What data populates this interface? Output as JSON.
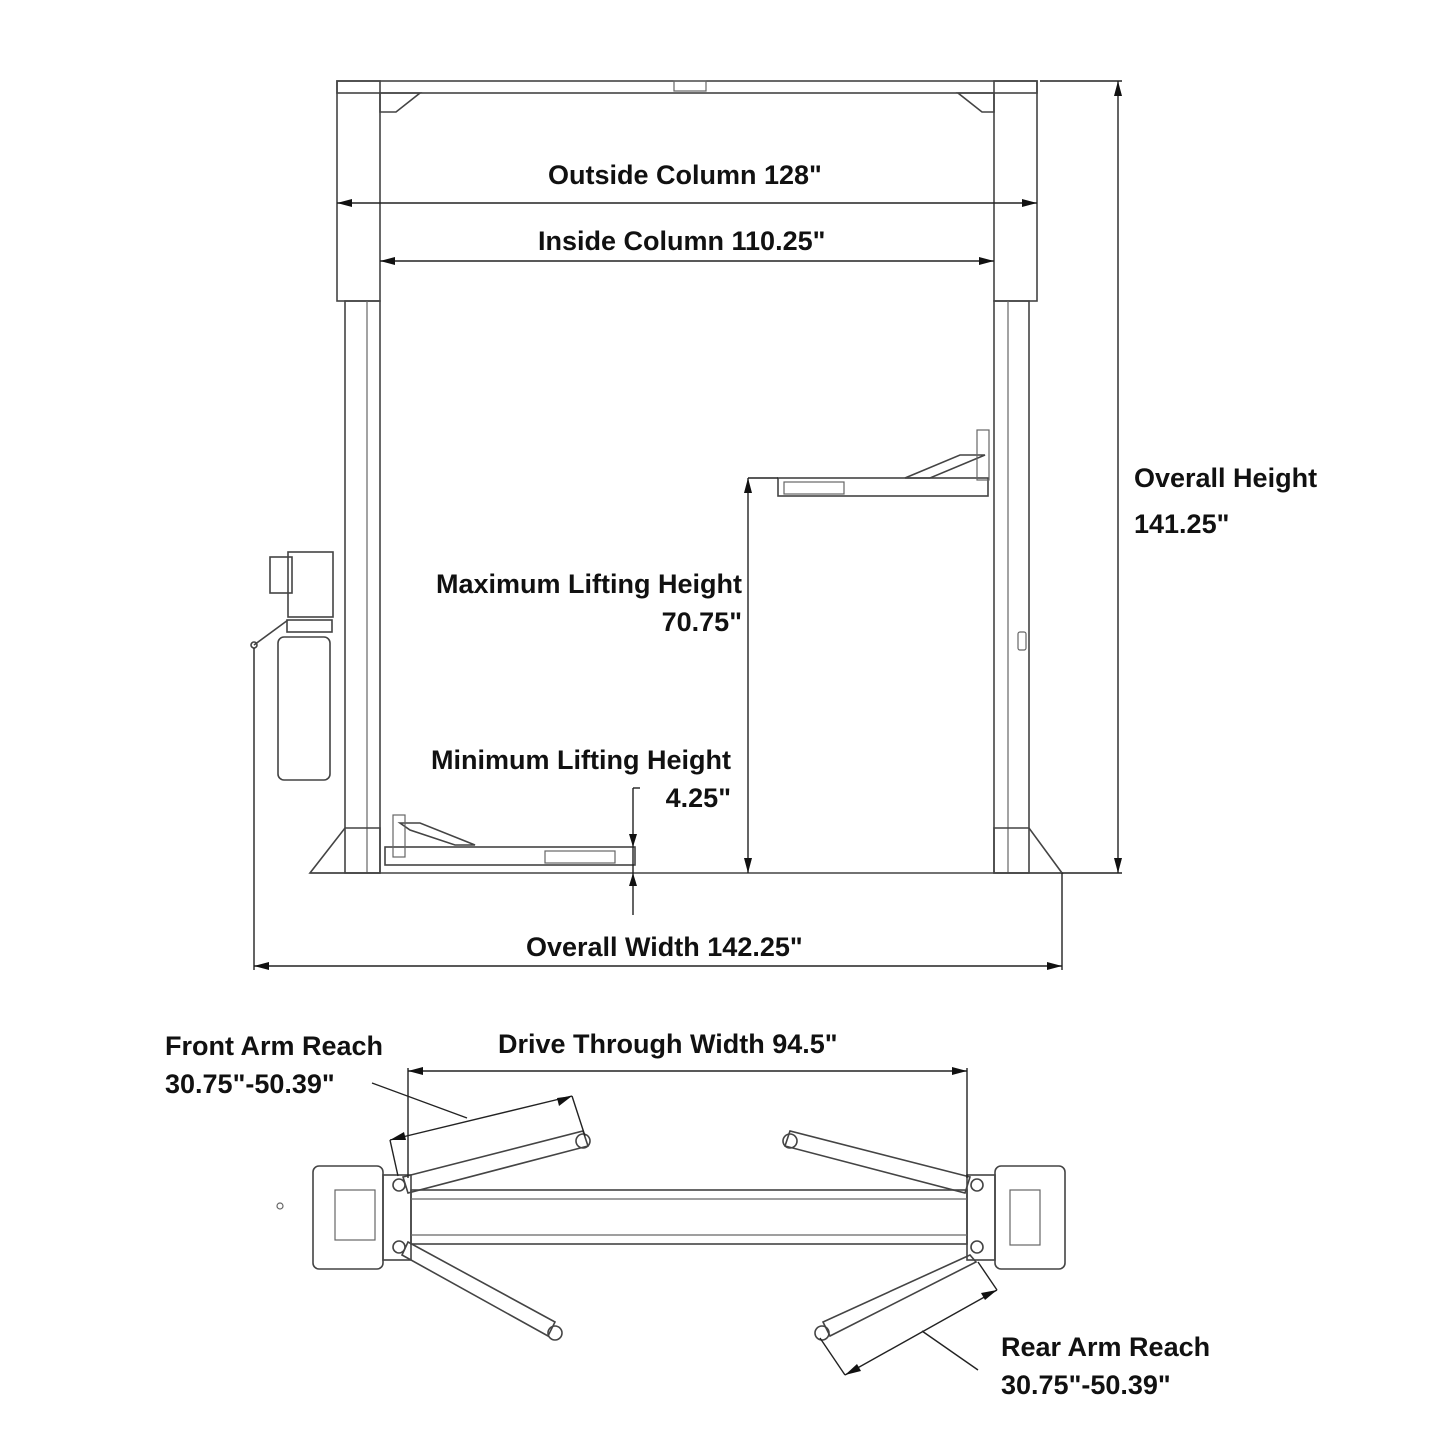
{
  "diagram": {
    "type": "two-post lift dimension drawing",
    "front_view": {
      "labels": {
        "outside_column": "Outside Column 128\"",
        "inside_column": "Inside Column 110.25\"",
        "overall_height_line1": "Overall Height",
        "overall_height_line2": "141.25\"",
        "max_lift_line1": "Maximum Lifting Height",
        "max_lift_line2": "70.75\"",
        "min_lift_line1": "Minimum Lifting Height",
        "min_lift_line2": "4.25\"",
        "overall_width": "Overall Width 142.25\""
      }
    },
    "top_view": {
      "labels": {
        "drive_through": "Drive Through Width 94.5\"",
        "front_arm_line1": "Front Arm Reach",
        "front_arm_line2": "30.75\"-50.39\"",
        "rear_arm_line1": "Rear Arm Reach",
        "rear_arm_line2": "30.75\"-50.39\""
      }
    },
    "colors": {
      "line": "#444444",
      "text": "#111111",
      "background": "#ffffff"
    }
  }
}
